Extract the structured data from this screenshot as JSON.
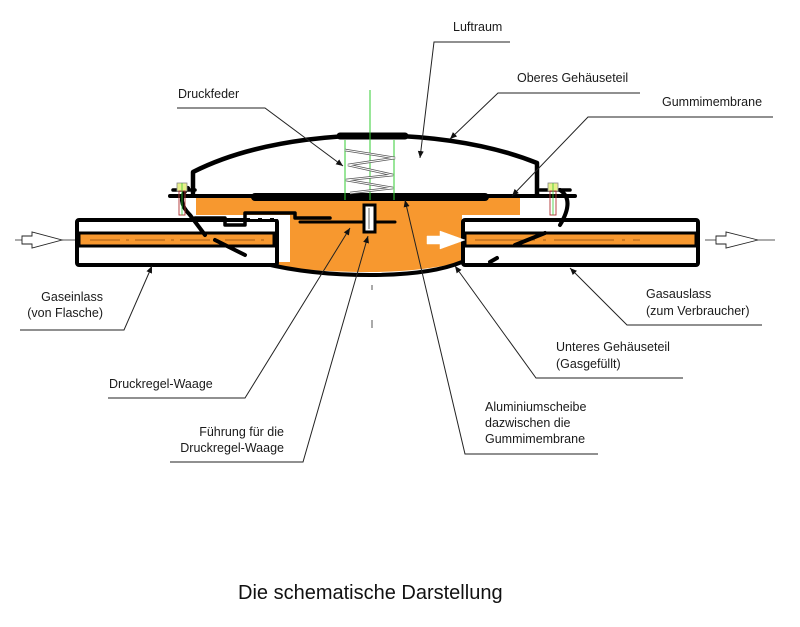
{
  "title": "Die schematische Darstellung",
  "colors": {
    "gas_fill": "#F7982F",
    "outline": "#000000",
    "spring_guide": "#33cc33",
    "bolt_head": "#e8f08a",
    "bolt_shaft": "#b03030"
  },
  "labels": {
    "luftraum": "Luftraum",
    "oberes_gehaeuseteil": "Oberes Gehäuseteil",
    "druckfeder": "Druckfeder",
    "gummimembrane": "Gummimembrane",
    "gaseinlass": [
      "Gaseinlass",
      "(von Flasche)"
    ],
    "gasauslass": [
      "Gasauslass",
      "(zum Verbraucher)"
    ],
    "unteres_gehaeuseteil": [
      "Unteres Gehäuseteil",
      "(Gasgefüllt)"
    ],
    "druckregel_waage": "Druckregel-Waage",
    "fuehrung": [
      "Führung für die",
      "Druckregel-Waage"
    ],
    "aluminiumscheibe": [
      "Aluminiumscheibe",
      "dazwischen die",
      "Gummimembrane"
    ]
  },
  "icons": {
    "inlet_arrow": "hollow-arrow-right",
    "outlet_arrow": "hollow-arrow-right",
    "flow_arrow": "white-arrow-right"
  }
}
